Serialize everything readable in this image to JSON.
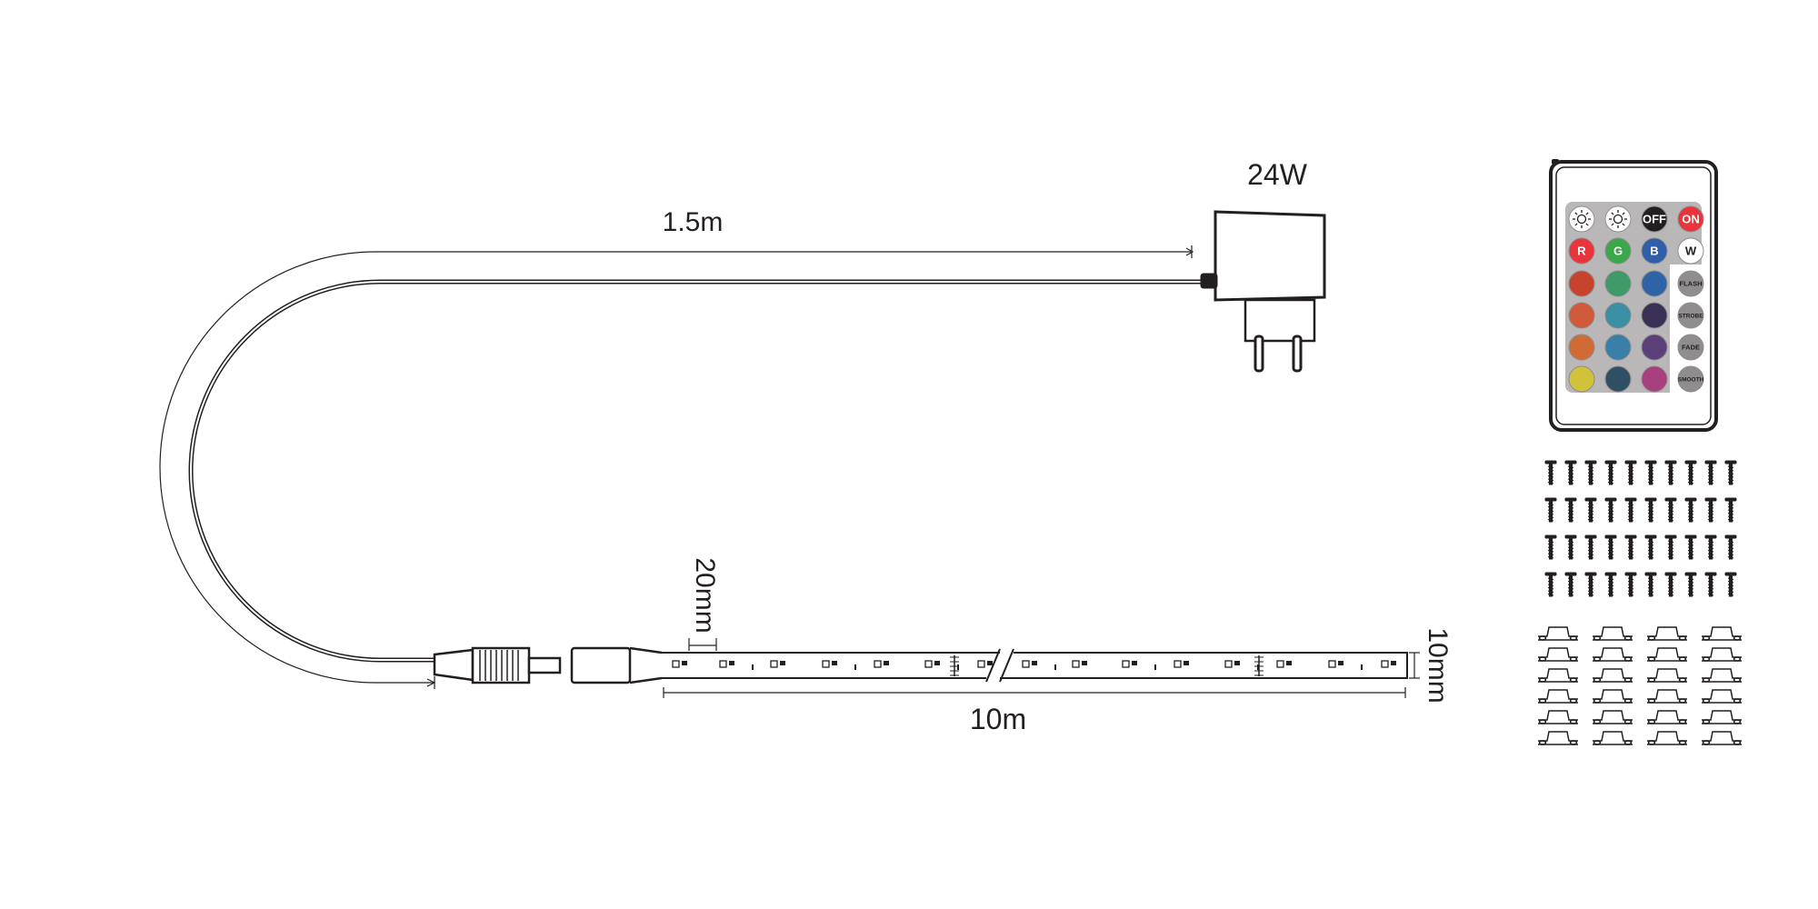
{
  "dimensions": {
    "cable_length": "1.5m",
    "adapter_power": "24W",
    "led_pitch": "20mm",
    "strip_length": "10m",
    "strip_width": "10mm"
  },
  "remote": {
    "top_row": [
      {
        "name": "brightness-up-button",
        "label": "",
        "icon": "sun-icon",
        "color": "#ffffff"
      },
      {
        "name": "brightness-down-button",
        "label": "",
        "icon": "sun-icon",
        "color": "#ffffff"
      },
      {
        "name": "off-button",
        "label": "OFF",
        "color": "#231f20"
      },
      {
        "name": "on-button",
        "label": "ON",
        "color": "#e8343a"
      }
    ],
    "rgbw_row": [
      {
        "name": "red-button",
        "label": "R",
        "color": "#e8343a"
      },
      {
        "name": "green-button",
        "label": "G",
        "color": "#3aa84a"
      },
      {
        "name": "blue-button",
        "label": "B",
        "color": "#2e5fa8"
      },
      {
        "name": "white-button",
        "label": "W",
        "color": "#ffffff"
      }
    ],
    "color_rows": [
      [
        "#c8432d",
        "#3f9a6a",
        "#2e63a6"
      ],
      [
        "#d05a3a",
        "#3a8fa3",
        "#3a2f54"
      ],
      [
        "#d06b36",
        "#3a7fa8",
        "#5a3f78"
      ],
      [
        "#d0c23a",
        "#2f5064",
        "#a83f7e"
      ]
    ],
    "mode_buttons": [
      {
        "name": "flash-button",
        "label": "FLASH"
      },
      {
        "name": "strobe-button",
        "label": "STROBE"
      },
      {
        "name": "fade-button",
        "label": "FADE"
      },
      {
        "name": "smooth-button",
        "label": "SMOOTH"
      }
    ]
  },
  "accessories": {
    "screw_rows": 4,
    "screws_per_row": 10,
    "clip_rows": 6,
    "clips_per_row": 4
  }
}
